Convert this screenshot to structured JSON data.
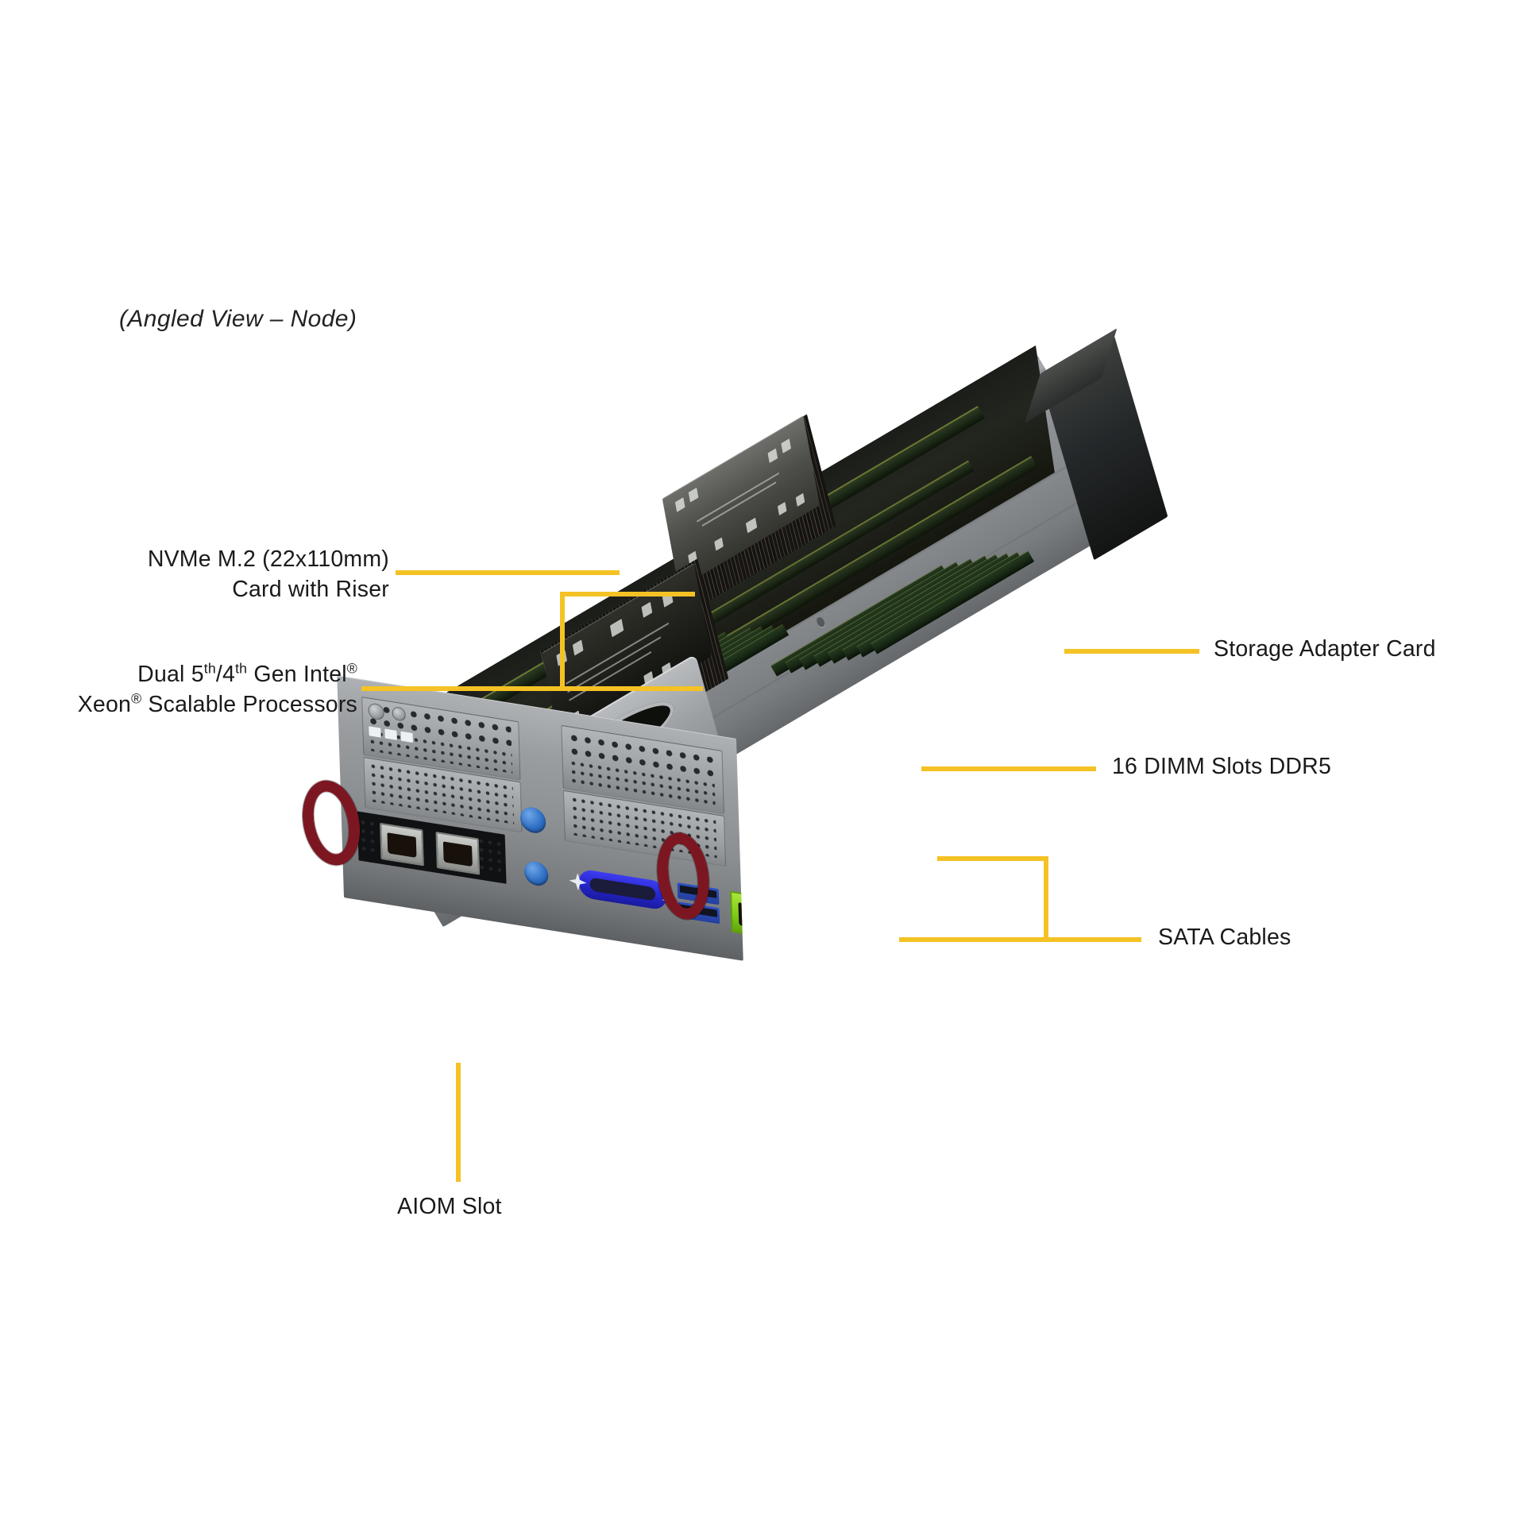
{
  "figure": {
    "view_title": "(Angled View – Node)",
    "product": "server node angled view diagram",
    "leader_color": "#f4c224",
    "background_color": "#ffffff",
    "text_color": "#1a1a1a"
  },
  "callouts": {
    "nvme": {
      "line1": "NVMe M.2 (22x110mm)",
      "line2": "Card with Riser"
    },
    "cpu": {
      "line1_a": "Dual 5",
      "line1_sup1": "th",
      "line1_b": "/4",
      "line1_sup2": "th",
      "line1_c": " Gen Intel",
      "line1_sup3": "®",
      "line2_a": "Xeon",
      "line2_sup1": "®",
      "line2_b": " Scalable Processors"
    },
    "storage_adapter": "Storage Adapter Card",
    "dimm_slots": "16 DIMM Slots DDR5",
    "sata_cables": "SATA Cables",
    "aiom_slot": "AIOM Slot"
  },
  "components": {
    "cpu_heatsinks": 2,
    "dimm_slot_count": 16,
    "front_io": {
      "aiom_lan_ports": 2,
      "vga_port": "VGA",
      "usb_ports": 2,
      "ipmi_lan_port": "Dedicated IPMI LAN",
      "ipmi_port_color": "#7fcc16",
      "vga_port_color": "#2626cf",
      "handle_color": "#7c1722",
      "thumbscrew_color": "#2f6fc4"
    }
  }
}
